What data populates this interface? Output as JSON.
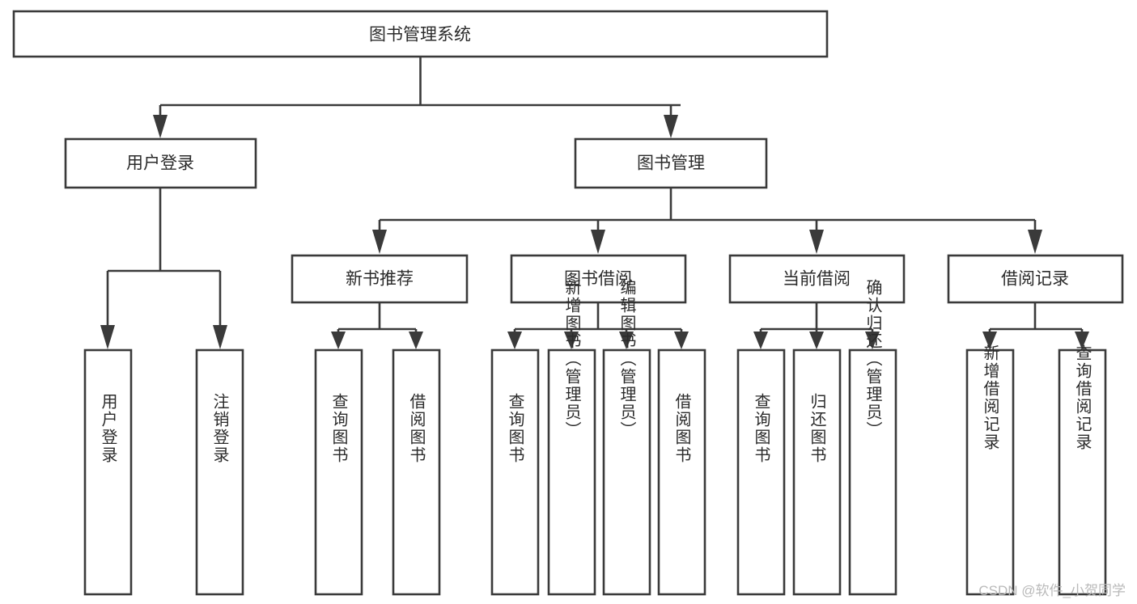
{
  "diagram": {
    "title": "图书管理系统",
    "type": "hierarchy-tree",
    "watermark": "CSDN @软件_小贺同学",
    "colors": {
      "stroke": "#3a3a3a",
      "box_fill": "#ffffff",
      "text": "#2b2b2b",
      "background": "#ffffff",
      "watermark": "#b9b9b9"
    },
    "levels": {
      "root": "图书管理系统",
      "level2": [
        "用户登录",
        "图书管理"
      ],
      "level3": [
        "新书推荐",
        "图书借阅",
        "当前借阅",
        "借阅记录"
      ]
    },
    "nodes": {
      "root": {
        "label": "图书管理系统"
      },
      "user_login": {
        "label": "用户登录"
      },
      "book_manage": {
        "label": "图书管理"
      },
      "new_book_rec": {
        "label": "新书推荐"
      },
      "book_borrow": {
        "label": "图书借阅"
      },
      "current_borrow": {
        "label": "当前借阅"
      },
      "borrow_record": {
        "label": "借阅记录"
      }
    },
    "leaves": {
      "user_login": [
        {
          "label": "用户登录"
        },
        {
          "label": "注销登录"
        }
      ],
      "new_book_rec": [
        {
          "label": "查询图书"
        },
        {
          "label": "借阅图书"
        }
      ],
      "book_borrow": [
        {
          "label": "查询图书"
        },
        {
          "label": "新增图书（管理员）"
        },
        {
          "label": "编辑图书（管理员）"
        },
        {
          "label": "借阅图书"
        }
      ],
      "current_borrow": [
        {
          "label": "查询图书"
        },
        {
          "label": "归还图书"
        },
        {
          "label": "确认归还（管理员）"
        }
      ],
      "borrow_record": [
        {
          "label": "新增借阅记录"
        },
        {
          "label": "查询借阅记录"
        }
      ]
    }
  }
}
